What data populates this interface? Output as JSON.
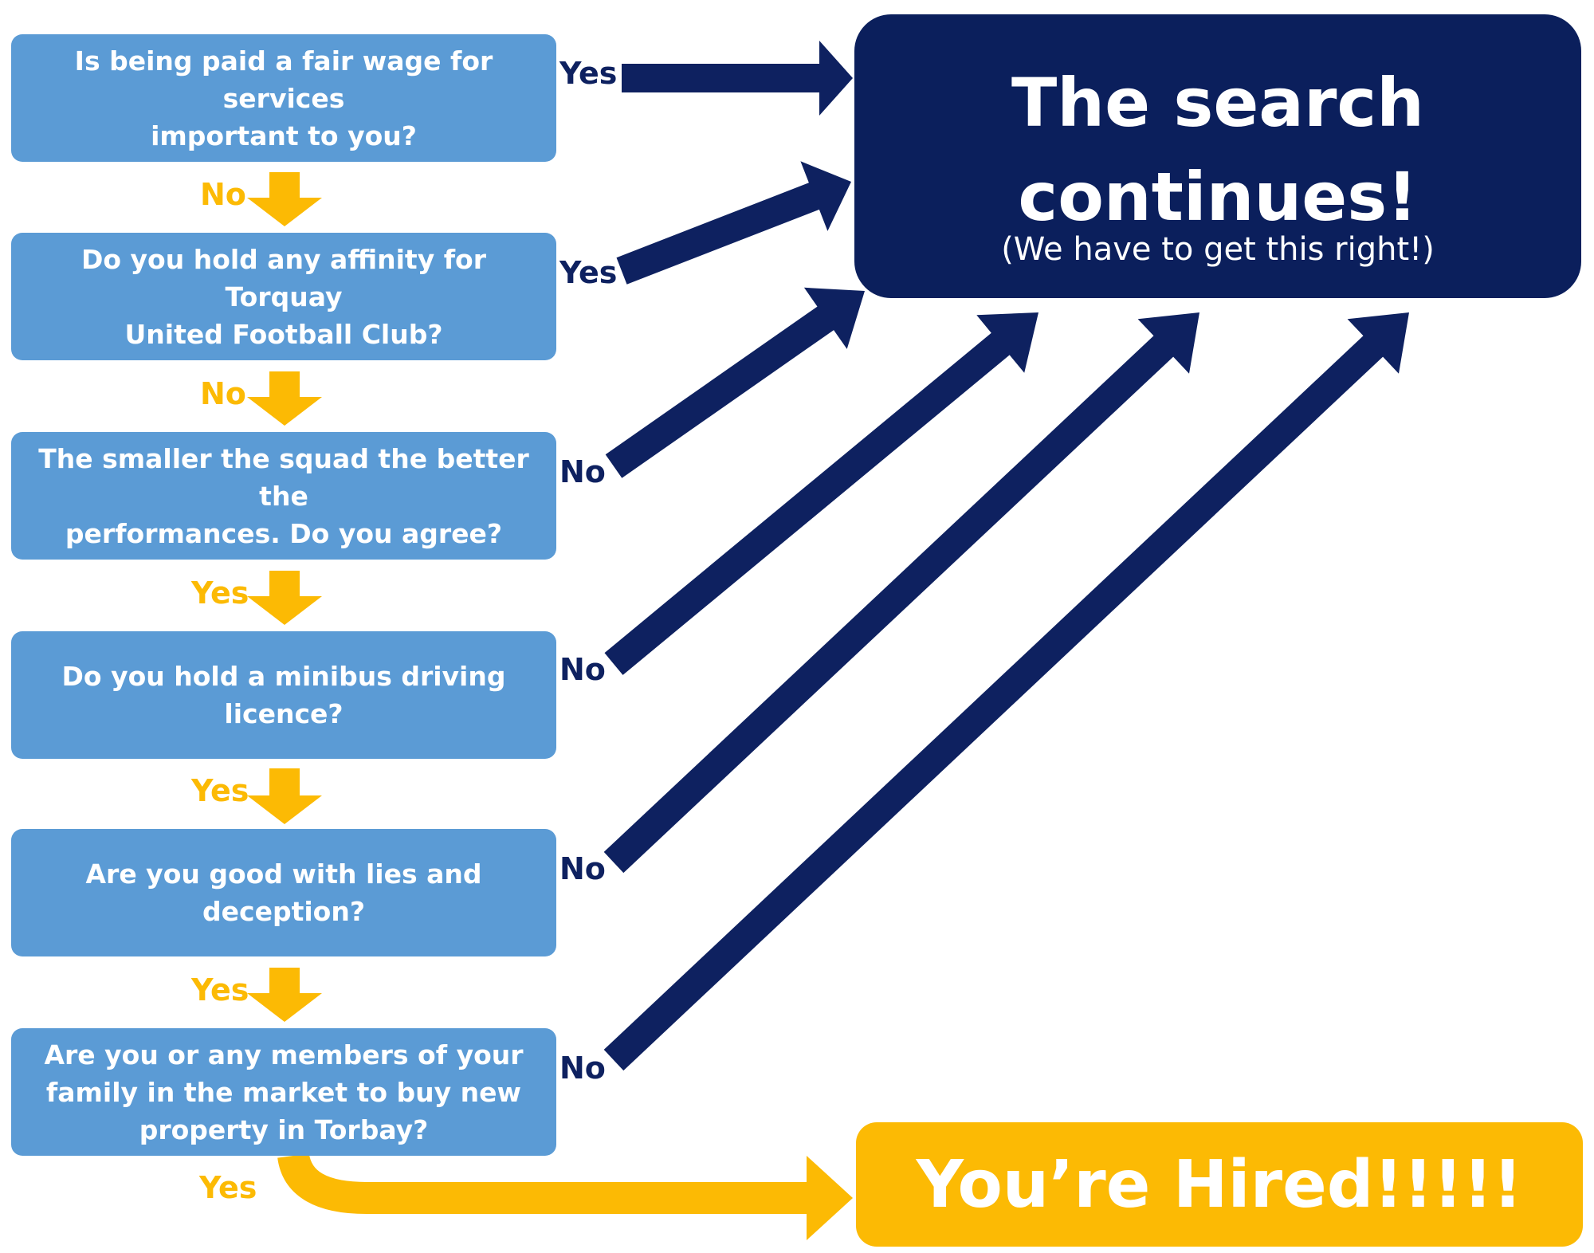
{
  "questions": [
    {
      "text": "Is being paid a fair wage for services important to you?",
      "lines": [
        "Is being paid a fair wage for services",
        "important to you?"
      ],
      "side_answer": "Yes",
      "down_answer": "No"
    },
    {
      "text": "Do you hold any affinity for Torquay United Football Club?",
      "lines": [
        "Do you hold any affinity for Torquay",
        "United Football Club?"
      ],
      "side_answer": "Yes",
      "down_answer": "No"
    },
    {
      "text": "The smaller the squad the better the performances. Do you agree?",
      "lines": [
        "The smaller the squad the better the",
        "performances. Do you agree?"
      ],
      "side_answer": "No",
      "down_answer": "Yes"
    },
    {
      "text": "Do you hold a minibus driving licence?",
      "lines": [
        "Do you hold a minibus driving",
        "licence?"
      ],
      "side_answer": "No",
      "down_answer": "Yes"
    },
    {
      "text": "Are you good with lies and deception?",
      "lines": [
        "Are you good with lies and",
        "deception?"
      ],
      "side_answer": "No",
      "down_answer": "Yes"
    },
    {
      "text": "Are you or any members of your family in the market to buy new property in Torbay?",
      "lines": [
        "Are you or any members of your",
        "family in the market to buy new",
        "property in Torbay?"
      ],
      "side_answer": "No",
      "down_answer": "Yes"
    }
  ],
  "outcome_search": {
    "title": "The search\ncontinues!",
    "subtitle": "(We have to get this right!)"
  },
  "outcome_hired": {
    "title": "You’re Hired!!!!!"
  },
  "colors": {
    "question_fill": "#5b9bd5",
    "navy_arrow": "#0e2160",
    "search_fill": "#0b1f5c",
    "gold": "#fcba04"
  }
}
